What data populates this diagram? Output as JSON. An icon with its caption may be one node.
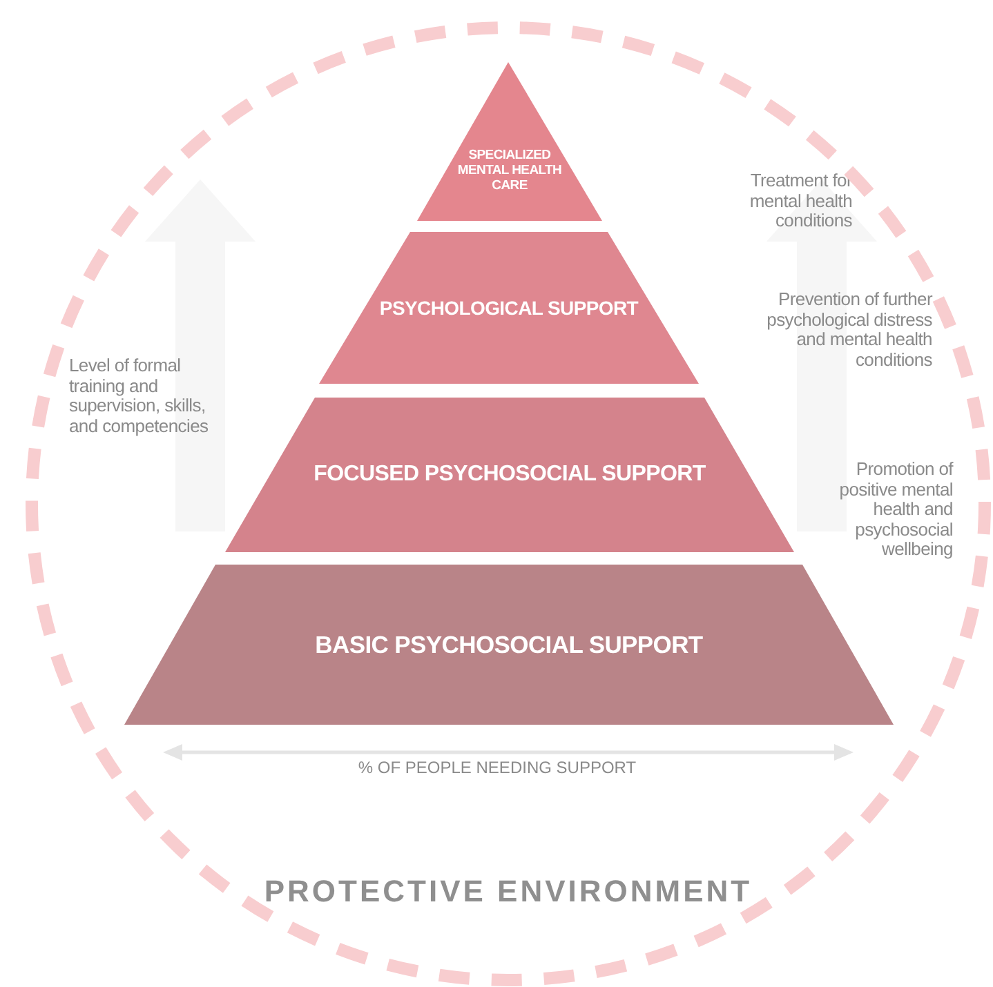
{
  "diagram": {
    "nodes": [
      {
        "text": [
          "PROTECTIVE ENVIRONMENT"
        ]
      },
      {
        "text": [
          "SPECIALIZED MENTAL HEALTH CARE"
        ],
        "in": 0
      },
      {
        "text": [
          "PSYCHOLOGICAL SUPPORT"
        ],
        "in": 0
      },
      {
        "text": [
          "FOCUSED PSYCHOSOCIAL SUPPORT"
        ],
        "in": 0
      },
      {
        "text": [
          "BASIC PSYCHOSOCIAL SUPPORT"
        ],
        "in": 0
      }
    ],
    "labels": [
      "Treatment for mental health conditions",
      "Prevention of further psychological distress and mental health conditions",
      "Level of formal training and supervision, skills, and competencies",
      "Promotion of positive mental health and psychosocial wellbeing",
      "% OF PEOPLE NEEDING SUPPORT"
    ]
  }
}
